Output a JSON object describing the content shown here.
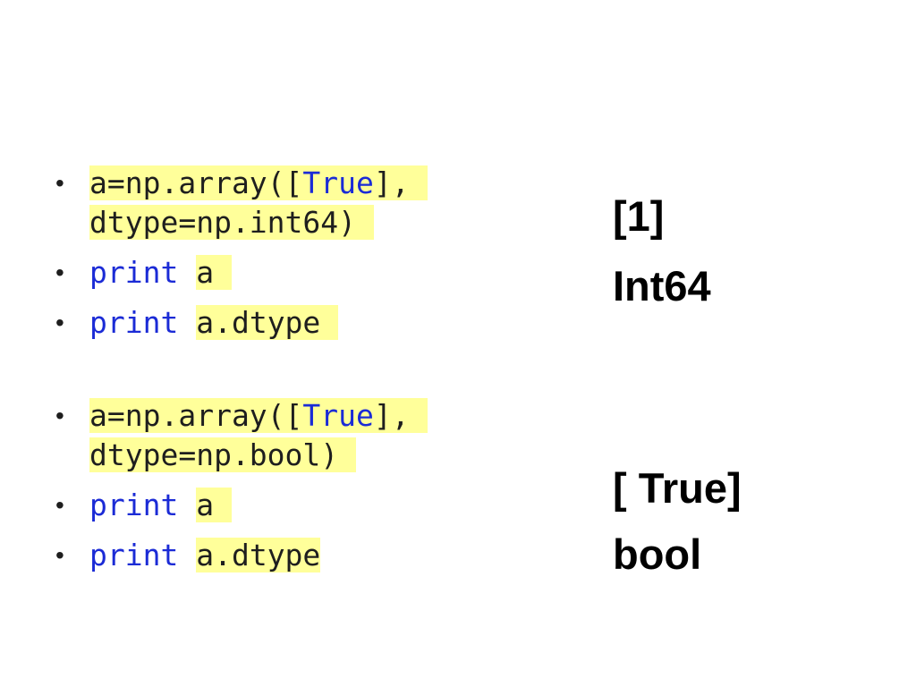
{
  "group1": {
    "line1_pre": "a=np.array([",
    "line1_kw": "True",
    "line1_post": "],",
    "line1_cont": "dtype=np.int64)",
    "print1_kw": "print",
    "print1_arg": "a",
    "print2_kw": "print",
    "print2_arg": "a.dtype"
  },
  "group2": {
    "line1_pre": "a=np.array([",
    "line1_kw": "True",
    "line1_post": "],",
    "line1_cont": "dtype=np.bool)",
    "print1_kw": "print",
    "print1_arg": "a",
    "print2_kw": "print",
    "print2_arg": "a.dtype"
  },
  "outputs": {
    "out1_value": "[1]",
    "out1_dtype": "Int64",
    "out2_value": "[ True]",
    "out2_dtype": "bool"
  },
  "bullet_glyph": "•",
  "colors": {
    "highlight": "#ffff9a",
    "keyword": "#1b2bd6",
    "text": "#1e1e1e"
  }
}
